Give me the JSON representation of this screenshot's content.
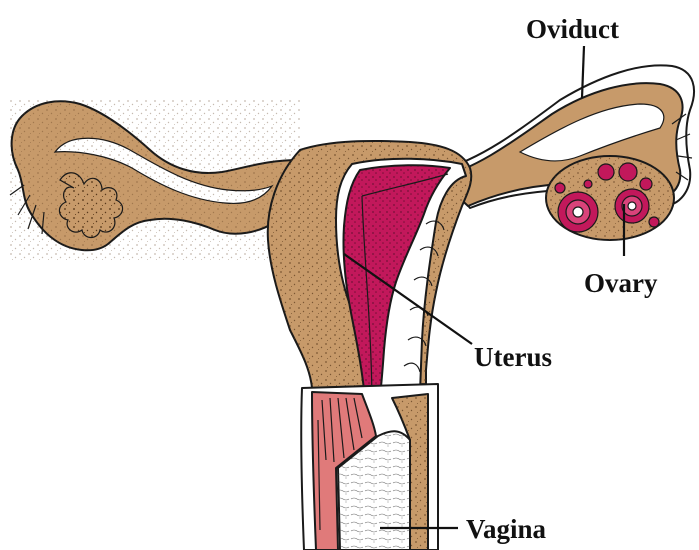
{
  "labels": {
    "oviduct": "Oviduct",
    "ovary": "Ovary",
    "uterus": "Uterus",
    "vagina": "Vagina"
  },
  "colors": {
    "tissue": "#c79a6a",
    "tissue_shade": "#9c6f44",
    "uterine_lining": "#c2185b",
    "cervix_muscle": "#e07a7a",
    "vaginal_canal": "#ffffff",
    "ink": "#1a1a1a"
  }
}
